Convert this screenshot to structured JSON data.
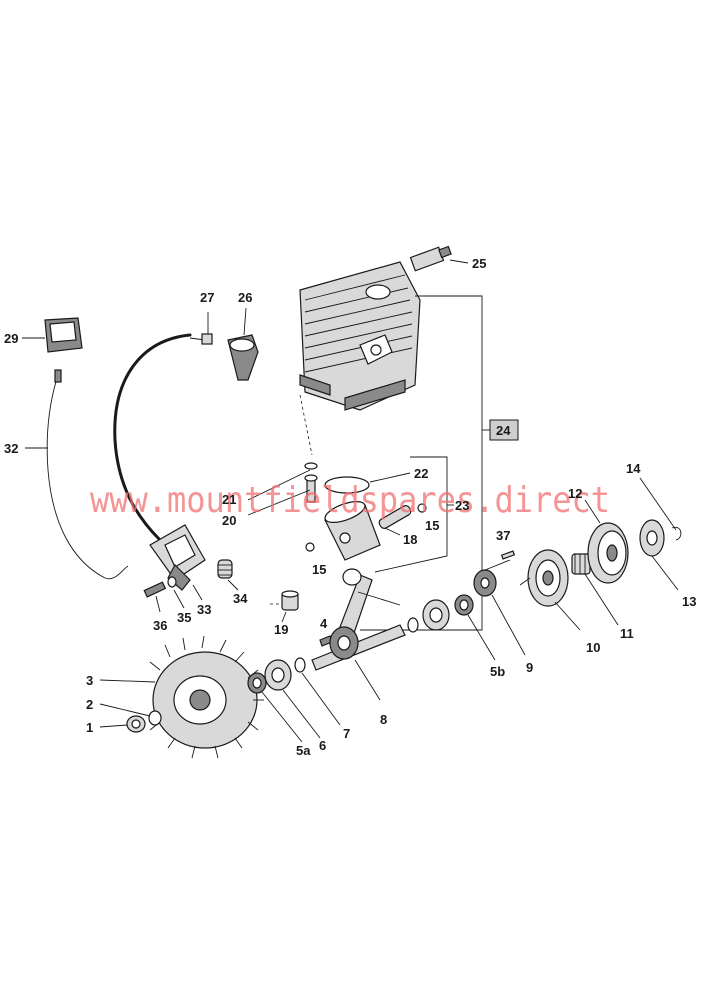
{
  "watermark": "www.mountfieldspares.direct",
  "callouts": {
    "c1": "1",
    "c2": "2",
    "c3": "3",
    "c4": "4",
    "c5a": "5a",
    "c5b": "5b",
    "c6": "6",
    "c7": "7",
    "c8": "8",
    "c9": "9",
    "c10": "10",
    "c11": "11",
    "c12": "12",
    "c13": "13",
    "c14": "14",
    "c15a": "15",
    "c15b": "15",
    "c18": "18",
    "c19": "19",
    "c20": "20",
    "c21": "21",
    "c22": "22",
    "c23": "23",
    "c24": "24",
    "c25": "25",
    "c26": "26",
    "c27": "27",
    "c29": "29",
    "c32": "32",
    "c33": "33",
    "c34": "34",
    "c35": "35",
    "c36": "36",
    "c37": "37"
  },
  "colors": {
    "line": "#1a1a1a",
    "watermark": "#f07070",
    "box_fill": "#cfcfcf"
  }
}
